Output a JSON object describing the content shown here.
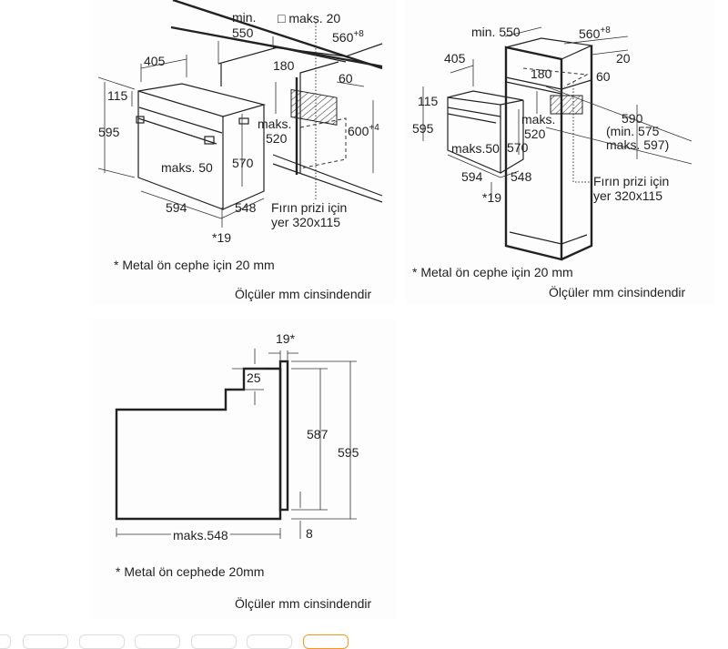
{
  "diagram1": {
    "min_label": "min.",
    "min_value": "550",
    "maks20": "□ maks. 20",
    "w560": "560",
    "w560_sup": "+8",
    "d405": "405",
    "d115": "115",
    "d595": "595",
    "d180": "180",
    "d60": "60",
    "maks_label": "maks.",
    "maks520": "520",
    "h600": "600",
    "h600_sup": "+4",
    "maks50": "maks. 50",
    "d570": "570",
    "d594": "594",
    "d548": "548",
    "socket_line1": "Fırın prizi için",
    "socket_line2": "yer 320x115",
    "star19": "*19",
    "note": "* Metal ön cephe için 20 mm",
    "units": "Ölçüler mm cinsindendir"
  },
  "diagram2": {
    "min550": "min. 550",
    "w560": "560",
    "w560_sup": "+8",
    "d20": "20",
    "d405": "405",
    "d180": "180",
    "d60": "60",
    "d115": "115",
    "d595": "595",
    "maks_label": "maks.",
    "maks520": "520",
    "h590": "590",
    "h590_min": "(min. 575",
    "h590_max": "maks. 597)",
    "maks50": "maks.50",
    "d570": "570",
    "d594": "594",
    "d548": "548",
    "star19": "*19",
    "socket_line1": "Fırın prizi için",
    "socket_line2": "yer 320x115",
    "note": "* Metal ön cephe için 20 mm",
    "units": "Ölçüler mm cinsindendir"
  },
  "diagram3": {
    "d19": "19*",
    "d25": "25",
    "d587": "587",
    "d595": "595",
    "maks548": "maks.548",
    "d8": "8",
    "note": "* Metal ön cephede 20mm",
    "units": "Ölçüler mm cinsindendir"
  },
  "thumbnail_strip": {
    "count": 7,
    "active_index": 6,
    "active_color": "#f39a1e"
  }
}
